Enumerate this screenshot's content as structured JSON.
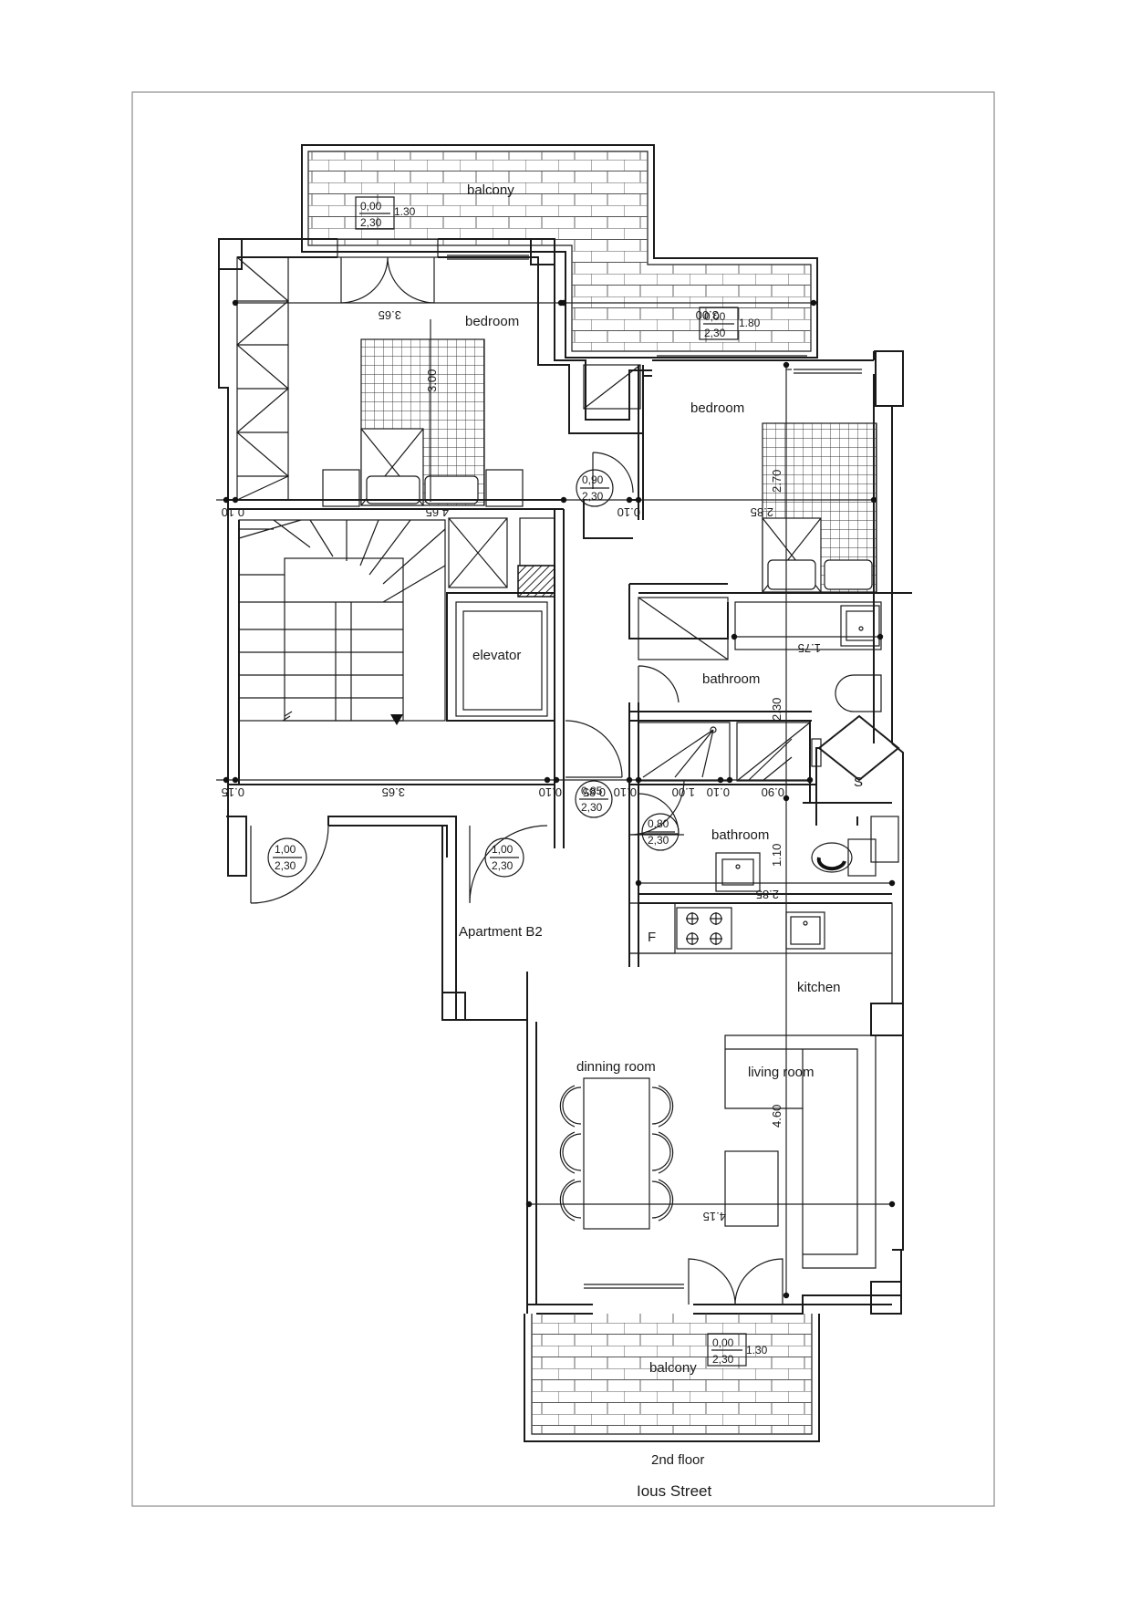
{
  "drawing": {
    "floor_label": "2nd floor",
    "street_label": "Ious Street",
    "apartment_label": "Apartment B2"
  },
  "rooms": {
    "balcony_top": "balcony",
    "bedroom_main": "bedroom",
    "bedroom_second": "bedroom",
    "elevator": "elevator",
    "bathroom_large": "bathroom",
    "bathroom_small": "bathroom",
    "kitchen": "kitchen",
    "dining": "dinning room",
    "living": "living room",
    "balcony_bottom": "balcony"
  },
  "symbols": {
    "fridge": "F",
    "shaft": "S"
  },
  "dimensions": {
    "d_365_top": "3.65",
    "d_300": "3.00",
    "d_300_balcony": "3.00",
    "d_465": "4.65",
    "d_010_left": "0.10",
    "d_010_mid": "0.10",
    "d_285": "2.85",
    "d_270": "2.70",
    "d_175": "1.75",
    "d_230": "2.30",
    "d_015_left": "0.15",
    "d_365_bottom": "3.65",
    "d_010_a": "0.10",
    "d_085": "0.85",
    "d_010_b": "0.10",
    "d_100": "1.00",
    "d_010_c": "0.10",
    "d_090": "0.90",
    "d_110": "1.10",
    "d_285_b": "2.85",
    "d_460": "4.60",
    "d_415": "4.15"
  },
  "openings": {
    "win_top_left": {
      "top": "0,00",
      "bottom": "2,30",
      "side": "1.30"
    },
    "win_top_right": {
      "top": "0,00",
      "bottom": "2,30",
      "side": "1.80"
    },
    "door_bed": {
      "top": "0,90",
      "bottom": "2,30"
    },
    "door_hall": {
      "top": "0,85",
      "bottom": "2,30"
    },
    "door_bath": {
      "top": "0,80",
      "bottom": "2,30"
    },
    "door_ent_left": {
      "top": "1,00",
      "bottom": "2,30"
    },
    "door_ent_right": {
      "top": "1,00",
      "bottom": "2,30"
    },
    "win_bottom": {
      "top": "0,00",
      "bottom": "2,30",
      "side": "1.30"
    }
  },
  "colors": {
    "ink": "#1a1a1a",
    "paper": "#ffffff",
    "frame": "#8a8a8a"
  }
}
